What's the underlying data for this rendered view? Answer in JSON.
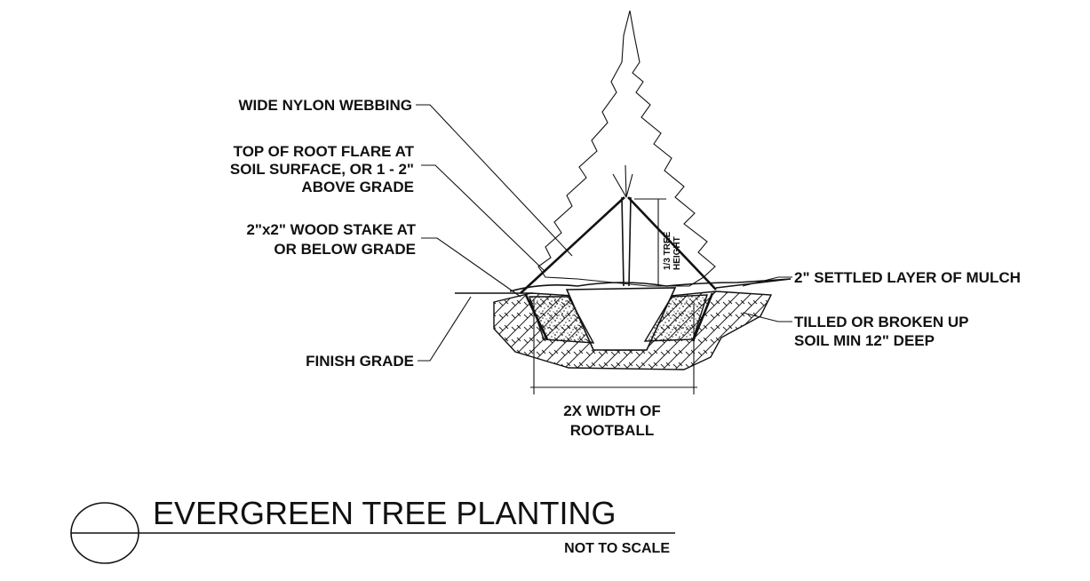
{
  "labels": {
    "nylon_webbing": "WIDE NYLON WEBBING",
    "root_flare": [
      "TOP OF ROOT FLARE AT",
      "SOIL SURFACE, OR 1 - 2\"",
      "ABOVE GRADE"
    ],
    "wood_stake": [
      "2\"x2\" WOOD STAKE AT",
      "OR BELOW GRADE"
    ],
    "finish_grade": "FINISH GRADE",
    "mulch": "2\" SETTLED LAYER OF MULCH",
    "tilled_soil": [
      "TILLED OR BROKEN UP",
      "SOIL MIN 12\" DEEP"
    ],
    "width": [
      "2X WIDTH OF",
      "ROOTBALL"
    ],
    "tree_height": [
      "1/3 TREE",
      "HEIGHT"
    ]
  },
  "title": "EVERGREEN TREE PLANTING",
  "subtitle": "NOT TO SCALE"
}
